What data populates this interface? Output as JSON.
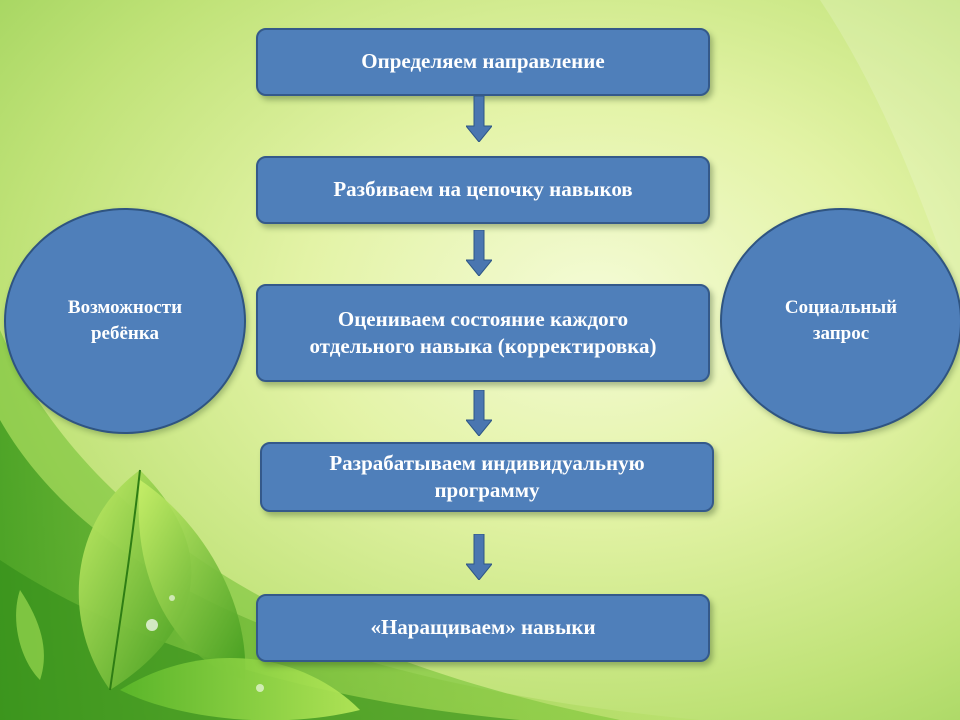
{
  "flow": {
    "steps": [
      {
        "label": "Определяем направление"
      },
      {
        "label": "Разбиваем на цепочку навыков"
      },
      {
        "label": "Оцениваем состояние каждого отдельного навыка (корректировка)"
      },
      {
        "label": "Разрабатываем индивидуальную программу"
      },
      {
        "label": "«Наращиваем» навыки"
      }
    ]
  },
  "side": {
    "left": {
      "label": "Возможности ребёнка"
    },
    "right": {
      "label": "Социальный запрос"
    }
  },
  "colors": {
    "box_fill": "#4f7fba",
    "box_border": "#34598a",
    "arrow_fill": "#4a76b0",
    "text": "#ffffff",
    "background": "#d9ef9a"
  }
}
